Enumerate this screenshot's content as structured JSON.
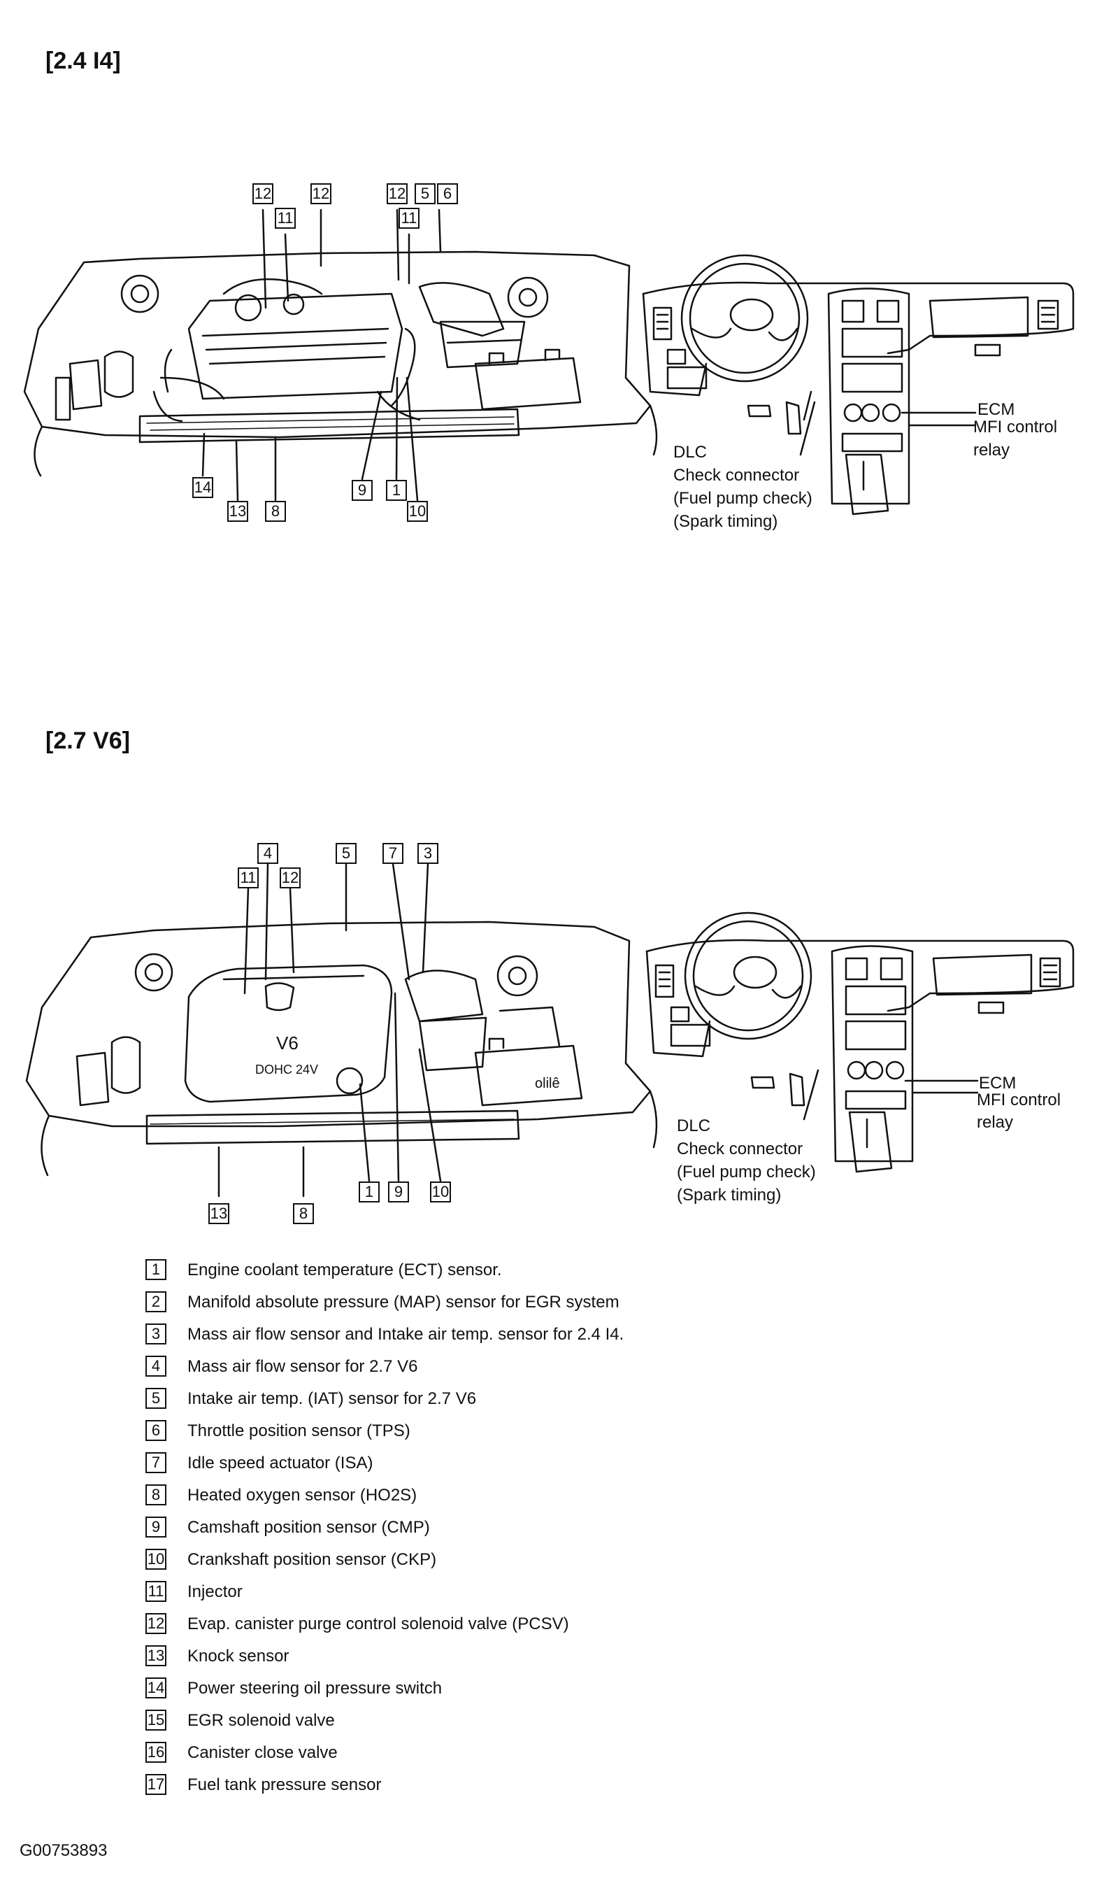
{
  "sections": [
    {
      "title": "[2.4 I4]"
    },
    {
      "title": "[2.7 V6]"
    }
  ],
  "engine_24_callouts": [
    "12",
    "11",
    "12",
    "12",
    "5",
    "6",
    "11",
    "14",
    "13",
    "8",
    "9",
    "1",
    "10"
  ],
  "engine_27_callouts": [
    "4",
    "11",
    "12",
    "5",
    "7",
    "3",
    "1",
    "9",
    "10",
    "13",
    "8"
  ],
  "dash_labels": {
    "ecm": "ECM",
    "mfi1": "MFI control",
    "mfi2": "relay",
    "dlc": "DLC",
    "check": "Check connector",
    "fuel": "(Fuel pump check)",
    "spark": "(Spark timing)"
  },
  "legend": [
    {
      "num": "1",
      "text": "Engine coolant temperature (ECT) sensor."
    },
    {
      "num": "2",
      "text": "Manifold absolute pressure (MAP) sensor for EGR system"
    },
    {
      "num": "3",
      "text": "Mass air flow sensor and Intake air temp. sensor for 2.4 I4."
    },
    {
      "num": "4",
      "text": "Mass air flow sensor for 2.7 V6"
    },
    {
      "num": "5",
      "text": "Intake air temp. (IAT) sensor for 2.7 V6"
    },
    {
      "num": "6",
      "text": "Throttle position sensor (TPS)"
    },
    {
      "num": "7",
      "text": "Idle speed actuator (ISA)"
    },
    {
      "num": "8",
      "text": "Heated oxygen sensor (HO2S)"
    },
    {
      "num": "9",
      "text": "Camshaft position sensor (CMP)"
    },
    {
      "num": "10",
      "text": "Crankshaft position sensor (CKP)"
    },
    {
      "num": "11",
      "text": "Injector"
    },
    {
      "num": "12",
      "text": "Evap. canister purge control solenoid valve (PCSV)"
    },
    {
      "num": "13",
      "text": "Knock sensor"
    },
    {
      "num": "14",
      "text": "Power steering oil pressure switch"
    },
    {
      "num": "15",
      "text": "EGR solenoid valve"
    },
    {
      "num": "16",
      "text": "Canister close valve"
    },
    {
      "num": "17",
      "text": "Fuel tank pressure sensor"
    }
  ],
  "figure_id": "G00753893",
  "engine_v6_cover": {
    "logo": "V6",
    "text": "DOHC 24V"
  },
  "battery_text": "olilê"
}
